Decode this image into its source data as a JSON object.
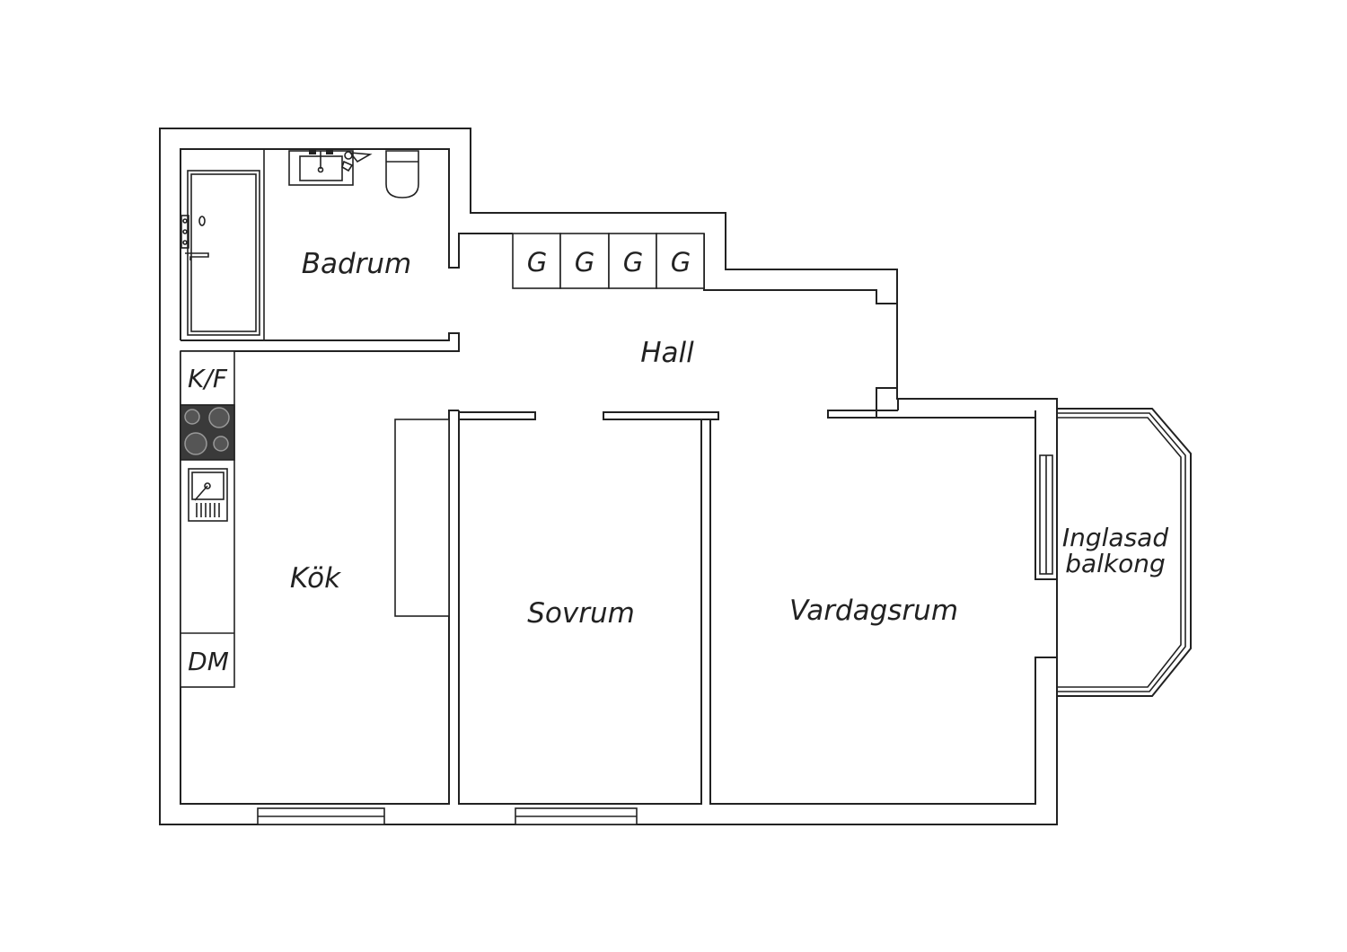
{
  "floorplan": {
    "rooms": {
      "badrum": "Badrum",
      "hall": "Hall",
      "kok": "Kök",
      "sovrum": "Sovrum",
      "vardagsrum": "Vardagsrum",
      "balkong_line1": "Inglasad",
      "balkong_line2": "balkong"
    },
    "appliances": {
      "fridge_freezer": "K/F",
      "dishwasher": "DM"
    },
    "wardrobes": [
      "G",
      "G",
      "G",
      "G"
    ]
  }
}
